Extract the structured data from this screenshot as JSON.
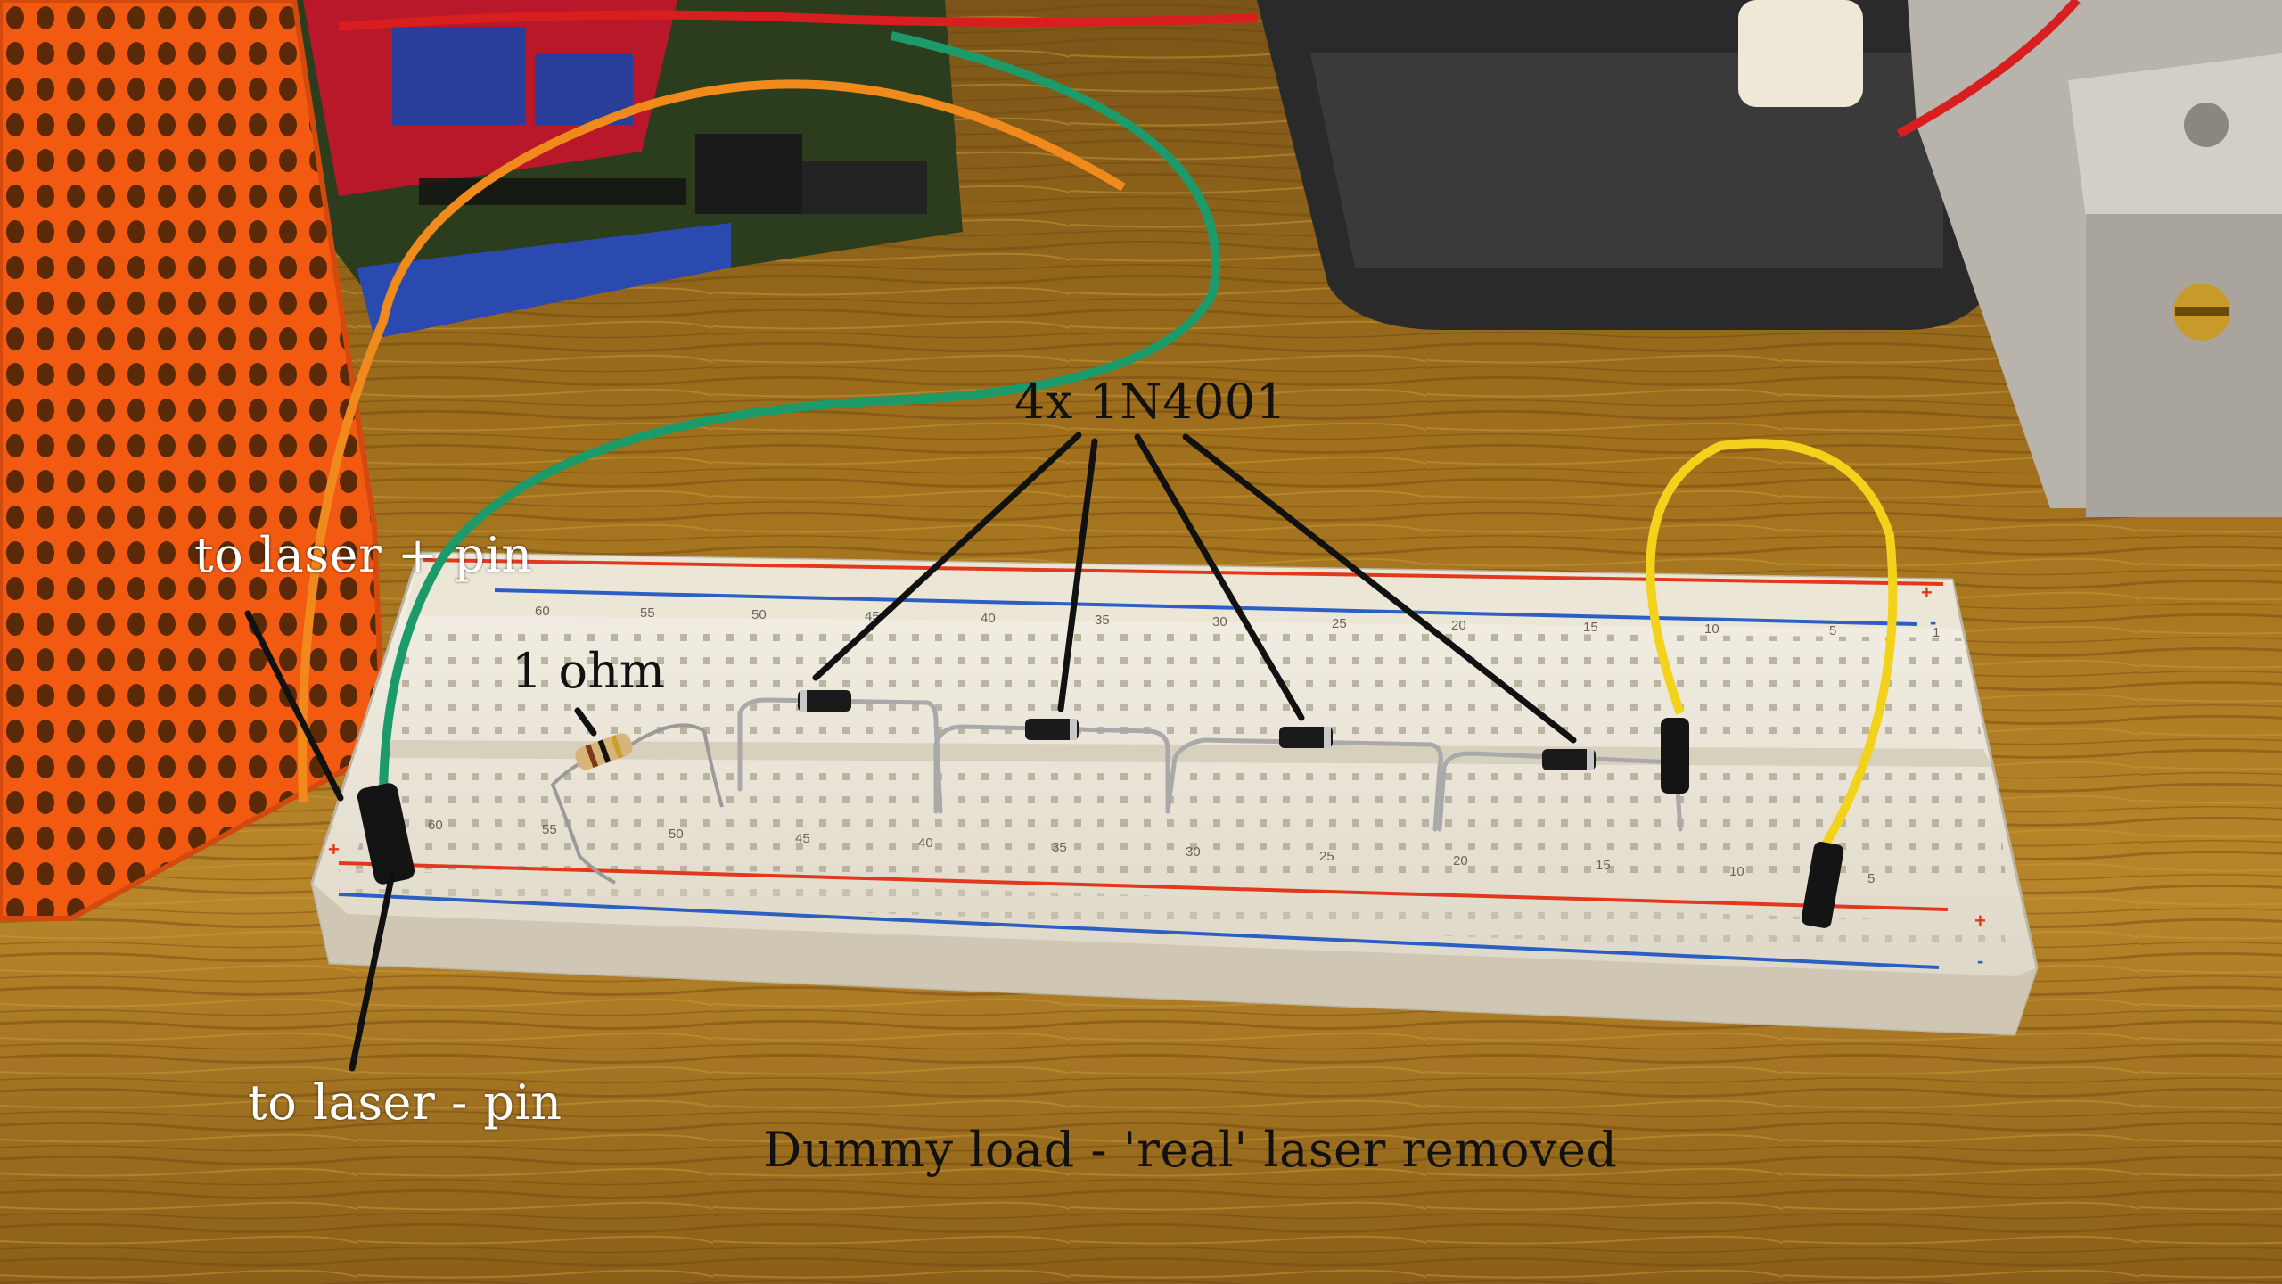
{
  "photo": {
    "description_labels": {
      "diodes": "4x 1N4001",
      "resistor": "1 ohm",
      "laser_plus": "to laser + pin",
      "laser_minus": "to laser - pin",
      "caption": "Dummy load - 'real' laser removed"
    },
    "breadboard_numbers_top": [
      "60",
      "55",
      "50",
      "45",
      "40",
      "35",
      "30",
      "25",
      "20",
      "15",
      "10",
      "5",
      "1"
    ],
    "breadboard_numbers_bottom": [
      "60",
      "55",
      "50",
      "45",
      "40",
      "35",
      "30",
      "25",
      "20",
      "15",
      "10",
      "5"
    ],
    "rail_signs": {
      "plus": "+",
      "minus": "-"
    }
  },
  "colors": {
    "wood": "#a8781e",
    "wood_dark": "#6e4a12",
    "breadboard": "#eee9dc",
    "rail_red": "#e2391e",
    "rail_blue": "#2c5fc4",
    "wire_green": "#1c9a6a",
    "wire_orange": "#f08a1c",
    "wire_yellow": "#f2d21a",
    "mesh_orange": "#f25a12",
    "pcb_red": "#b8182a",
    "pcb_green": "#2d4a1e"
  }
}
